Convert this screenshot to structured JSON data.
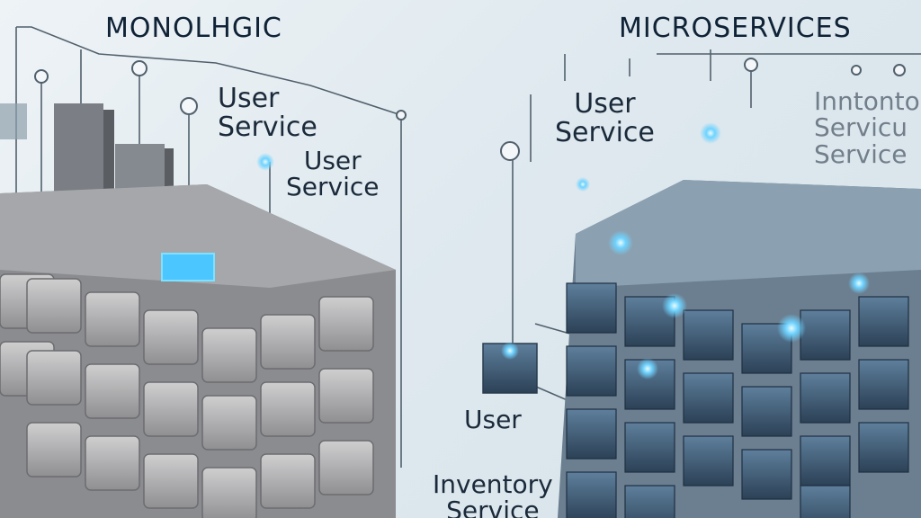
{
  "titles": {
    "monolithic": "MONOLHGIC",
    "microservices": "MICROSERVICES"
  },
  "labels": {
    "mono_user_service_1": "User\nService",
    "mono_user_service_2": "User\nService",
    "micro_user_service": "User\nService",
    "micro_inventory_service": "Inntontor\nServicu\nService",
    "micro_user": "User",
    "micro_inventory": "Inventory\nService"
  },
  "colors": {
    "background": "#dfe9ef",
    "mono_block": "#a9a9aa",
    "micro_block": "#3f5d78",
    "glow": "#6fd3ff",
    "line": "#51606c"
  }
}
